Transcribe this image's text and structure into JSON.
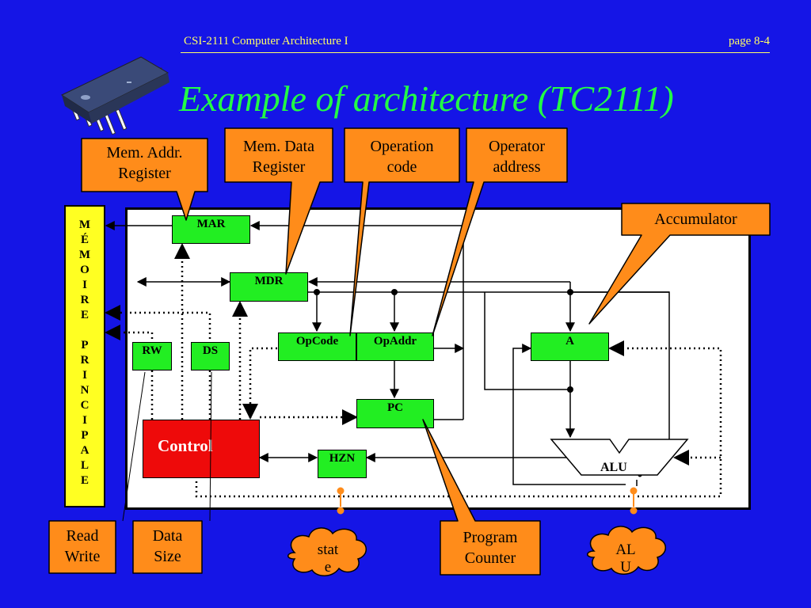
{
  "header": {
    "course": "CSI-2111 Computer Architecture  I",
    "page": "page 8-4"
  },
  "title": "Example of architecture (TC2111)",
  "memory": {
    "label": "M\nÉ\nM\nO\nI\nR\nE\n \nP\nR\nI\nN\nC\nI\nP\nA\nL\nE"
  },
  "registers": {
    "mar": "MAR",
    "mdr": "MDR",
    "opcode": "OpCode",
    "opaddr": "OpAddr",
    "a": "A",
    "pc": "PC",
    "rw": "RW",
    "ds": "DS",
    "hzn": "HZN"
  },
  "control": "Control",
  "alu": "ALU",
  "callouts": {
    "mem_addr_register": "Mem. Addr.\nRegister",
    "mem_data_register": "Mem. Data\nRegister",
    "operation_code": "Operation\ncode",
    "operator_address": "Operator\naddress",
    "accumulator": "Accumulator",
    "read_write": "Read\nWrite",
    "data_size": "Data\nSize",
    "program_counter": "Program\nCounter"
  },
  "clouds": {
    "state": "stat\ne",
    "alu": "AL\nU"
  },
  "colors": {
    "background": "#1515e6",
    "register": "#22ee22",
    "callout": "#ff8c1a",
    "control": "#ee0a0a",
    "memory": "#ffff22",
    "title": "#22ff44"
  }
}
